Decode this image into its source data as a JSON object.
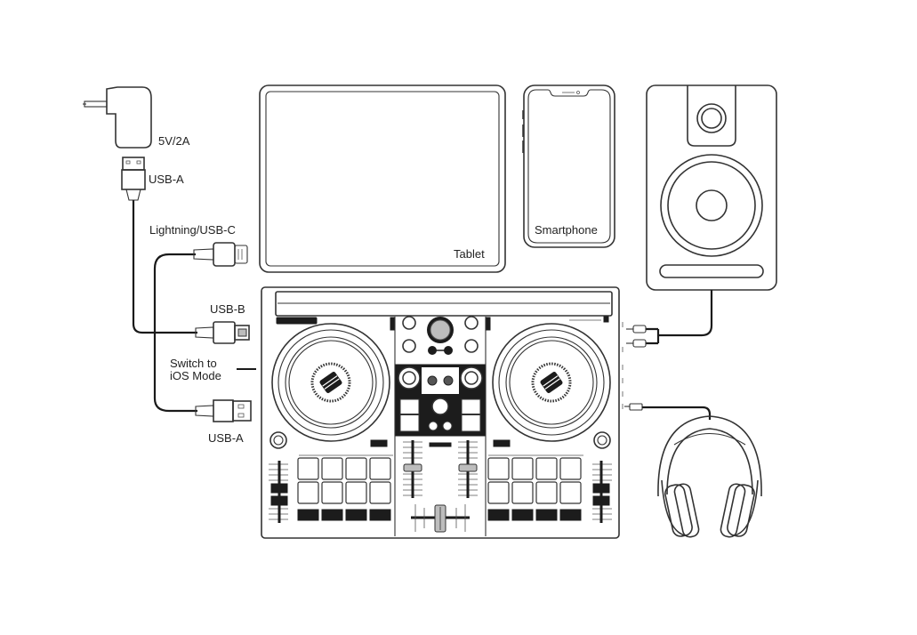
{
  "title": "DJ controller connection diagram",
  "labels": {
    "power_adapter": "5V/2A",
    "usb_a_top": "USB-A",
    "lightning_usbc": "Lightning/USB-C",
    "usb_b": "USB-B",
    "switch_ios_line1": "Switch to",
    "switch_ios_line2": "iOS Mode",
    "usb_a_bottom": "USB-A",
    "tablet": "Tablet",
    "smartphone": "Smartphone"
  },
  "devices": [
    {
      "name": "power-adapter",
      "label": "5V/2A"
    },
    {
      "name": "tablet",
      "label": "Tablet"
    },
    {
      "name": "smartphone",
      "label": "Smartphone"
    },
    {
      "name": "speaker",
      "label": ""
    },
    {
      "name": "dj-controller",
      "label": ""
    },
    {
      "name": "headphones",
      "label": ""
    }
  ],
  "connections": [
    {
      "from": "power-adapter",
      "via": "USB-A",
      "to": "dj-controller",
      "port": "USB-B"
    },
    {
      "from": "tablet/smartphone",
      "via": "Lightning/USB-C",
      "to": "dj-controller",
      "port": "USB-A"
    },
    {
      "from": "dj-controller",
      "via": "RCA",
      "to": "speaker"
    },
    {
      "from": "dj-controller",
      "via": "3.5mm jack",
      "to": "headphones"
    }
  ]
}
